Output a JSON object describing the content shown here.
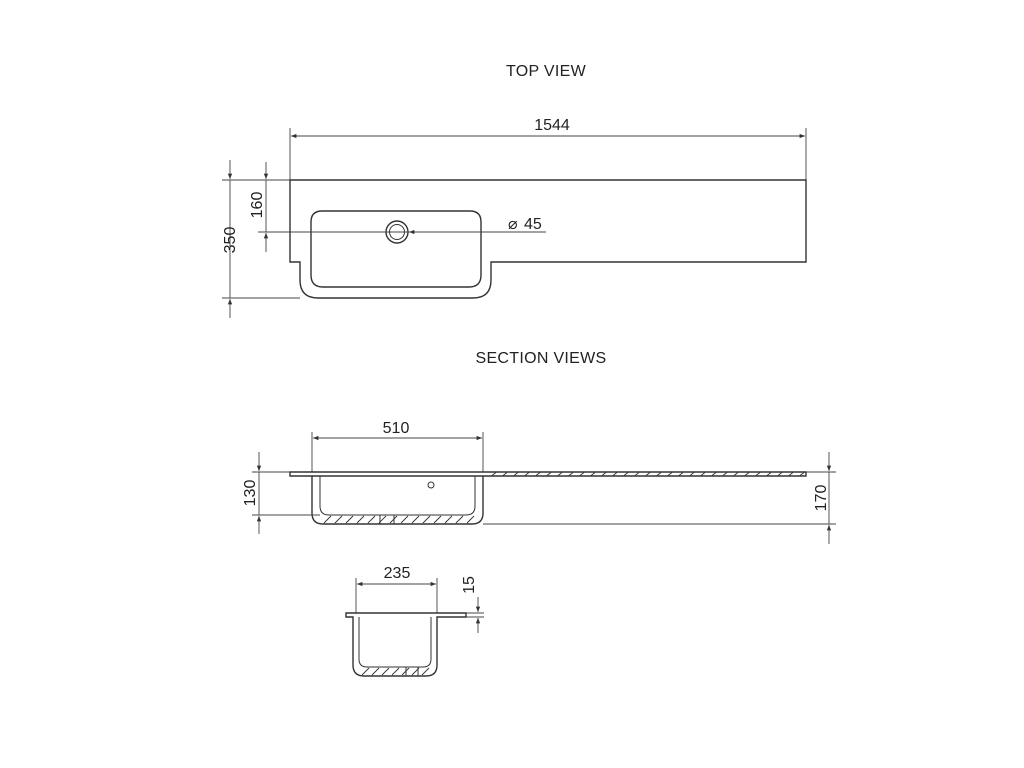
{
  "views": {
    "top_title": "TOP VIEW",
    "section_title": "SECTION VIEWS"
  },
  "dimensions": {
    "top_length": "1544",
    "top_depth": "350",
    "top_hole_offset": "160",
    "top_hole_dia": "45",
    "section_bowl_width": "510",
    "section_bowl_height": "130",
    "section_total_height": "170",
    "side_bowl_width": "235",
    "side_top_thickness": "15"
  },
  "symbols": {
    "diameter": "⌀"
  }
}
